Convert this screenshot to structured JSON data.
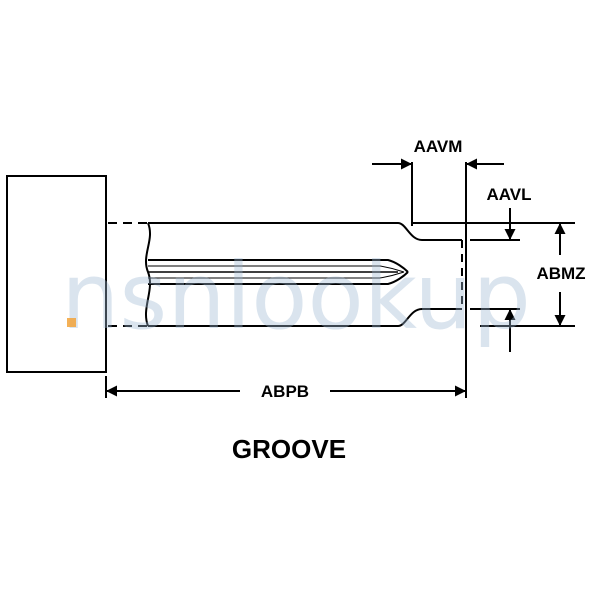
{
  "diagram": {
    "title": "GROOVE",
    "dimensions": {
      "aavm": "AAVM",
      "aavl": "AAVL",
      "abmz": "ABMZ",
      "abpb": "ABPB"
    }
  },
  "watermark": {
    "text": "nsnlookup",
    "color": "#9fb7d2",
    "accent_color": "#f2a33a"
  }
}
